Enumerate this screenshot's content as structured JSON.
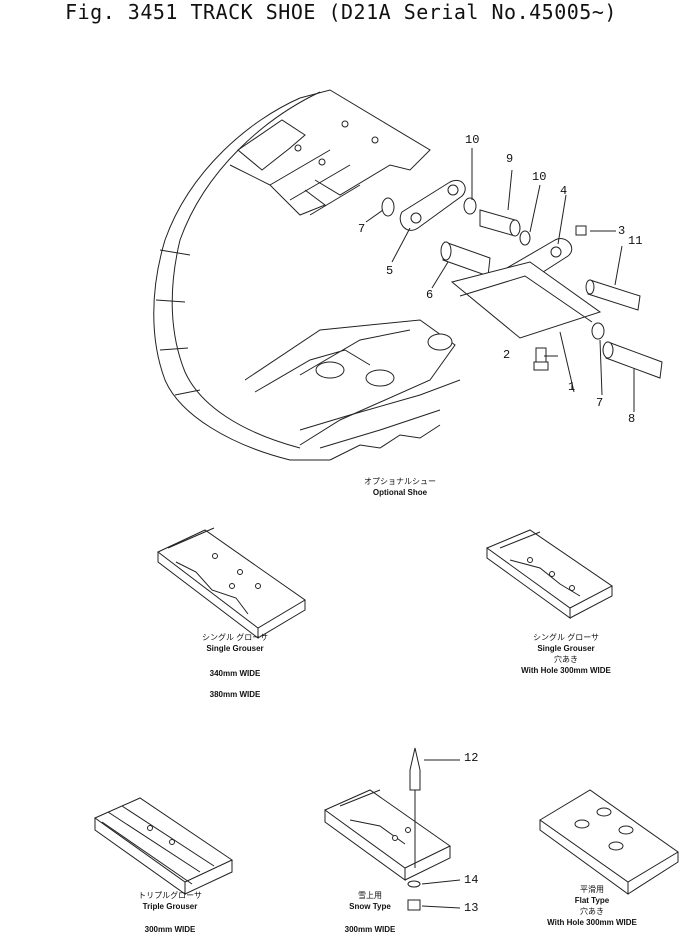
{
  "title": "Fig. 3451 TRACK SHOE (D21A Serial No.45005~)",
  "callouts": {
    "c1": "1",
    "c2": "2",
    "c3": "3",
    "c4": "4",
    "c5": "5",
    "c6": "6",
    "c7a": "7",
    "c7b": "7",
    "c8": "8",
    "c9": "9",
    "c10a": "10",
    "c10b": "10",
    "c11": "11",
    "c12": "12",
    "c13": "13",
    "c14": "14"
  },
  "captions": {
    "optional_jp": "オプショナルシュー",
    "optional_en": "Optional Shoe",
    "single1_jp": "シングル グローサ",
    "single1_en": "Single Grouser",
    "single1_w1": "340mm WIDE",
    "single1_w2": "380mm WIDE",
    "single2_jp": "シングル グローサ",
    "single2_en": "Single Grouser",
    "single2_hole_jp": "穴あき",
    "single2_w": "With Hole 300mm WIDE",
    "triple_jp": "トリプルグローサ",
    "triple_en": "Triple Grouser",
    "triple_w": "300mm WIDE",
    "snow_jp": "雪上用",
    "snow_en": "Snow Type",
    "snow_w": "300mm WIDE",
    "flat_jp": "平滑用",
    "flat_en": "Flat Type",
    "flat_hole_jp": "穴あき",
    "flat_w": "With Hole 300mm WIDE"
  }
}
